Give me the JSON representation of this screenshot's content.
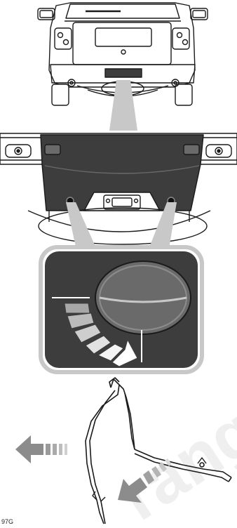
{
  "figure": {
    "reference_code": "97G",
    "watermark": "range",
    "colors": {
      "line": "#1a1a1a",
      "panel_dark": "#3d3d3d",
      "panel_mid": "#6a6a6a",
      "arrow_grey": "#8c8c8c",
      "arrow_light": "#c8c8c8",
      "watermark": "#efefef"
    },
    "views": [
      {
        "name": "vehicle-rear-view"
      },
      {
        "name": "bumper-detail-view"
      },
      {
        "name": "cover-release-detail"
      },
      {
        "name": "bumper-cover-removal"
      }
    ]
  }
}
